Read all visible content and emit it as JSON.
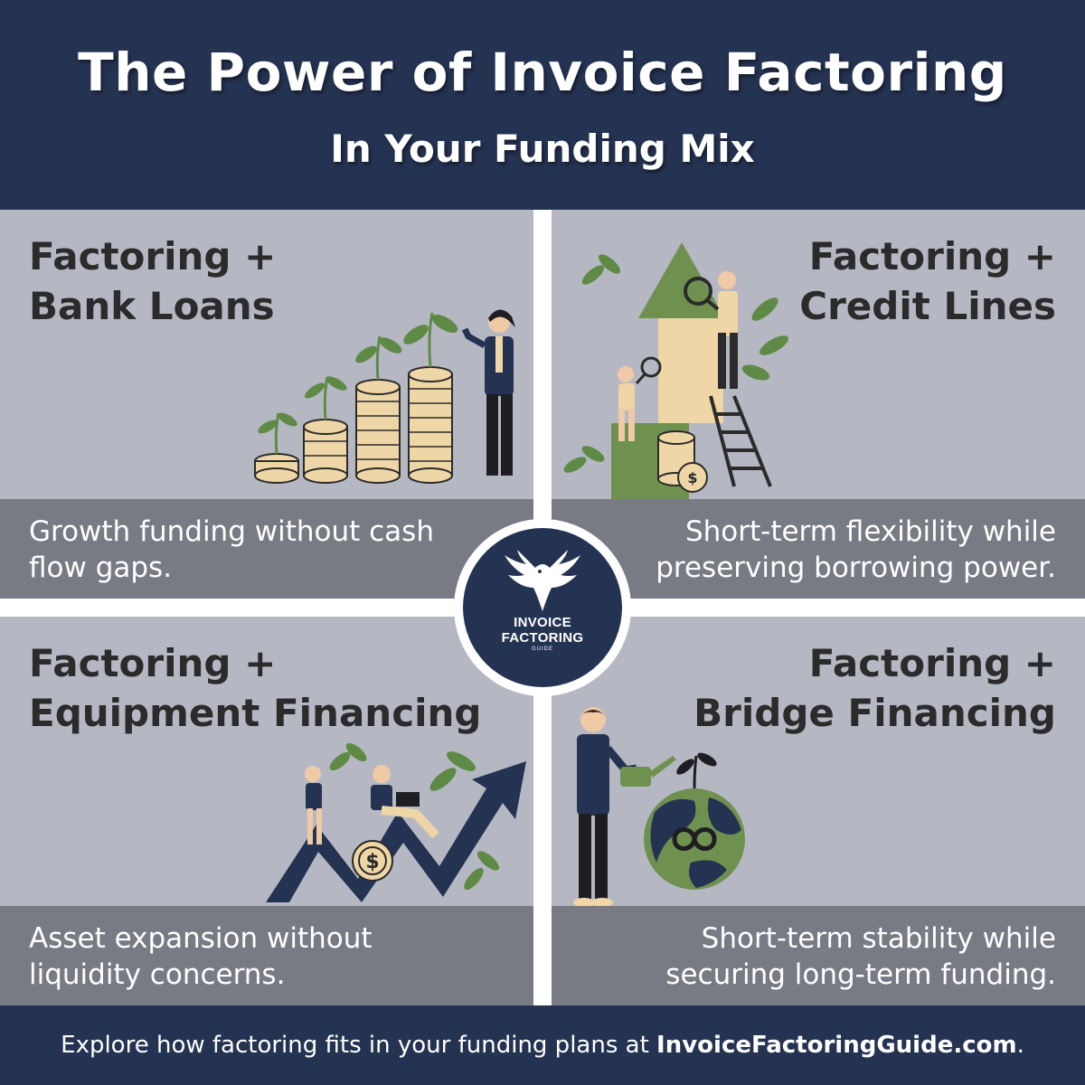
{
  "header": {
    "title": "The Power of Invoice Factoring",
    "subtitle": "In Your Funding Mix"
  },
  "quadrants": [
    {
      "title_line1": "Factoring +",
      "title_line2": "Bank Loans",
      "caption": "Growth funding without cash flow gaps.",
      "illustration": "coin-stacks-with-plants-and-woman"
    },
    {
      "title_line1": "Factoring +",
      "title_line2": "Credit Lines",
      "caption": "Short-term flexibility while preserving borrowing power.",
      "illustration": "arrow-blocks-ladder-magnifier"
    },
    {
      "title_line1": "Factoring +",
      "title_line2": "Equipment Financing",
      "caption": "Asset expansion without liquidity concerns.",
      "illustration": "rising-arrow-people-coin"
    },
    {
      "title_line1": "Factoring +",
      "title_line2": "Bridge Financing",
      "caption": "Short-term stability while securing long-term funding.",
      "illustration": "man-watering-globe-infinity"
    }
  ],
  "logo": {
    "line1": "INVOICE",
    "line2": "FACTORING",
    "line3": "GUIDE",
    "icon": "eagle-icon"
  },
  "footer": {
    "text": "Explore how factoring fits in your funding plans at ",
    "link": "InvoiceFactoringGuide.com",
    "end": "."
  },
  "colors": {
    "navy": "#253353",
    "panel": "#b5b8c3",
    "caption_band": "#787b84",
    "green": "#5f8a45",
    "coin": "#efd6a6"
  }
}
